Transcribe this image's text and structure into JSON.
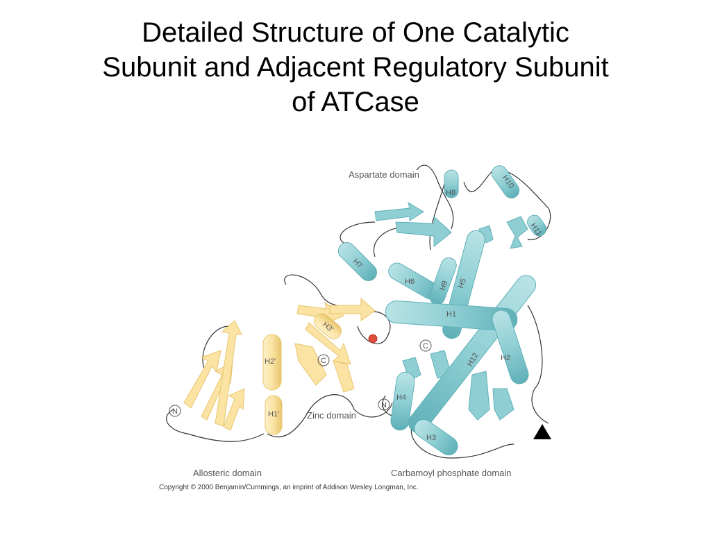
{
  "title": {
    "line1": "Detailed Structure of One Catalytic",
    "line2": "Subunit and Adjacent Regulatory Subunit",
    "line3": "of ATCase"
  },
  "figure": {
    "domain_labels": {
      "aspartate": "Aspartate domain",
      "zinc": "Zinc domain",
      "allosteric": "Allosteric domain",
      "carbamoyl": "Carbamoyl phosphate domain"
    },
    "helices": {
      "h1": "H1",
      "h2": "H2",
      "h3": "H3",
      "h4": "H4",
      "h5": "H5",
      "h6": "H6",
      "h7": "H7",
      "h8": "H8",
      "h9": "H9",
      "h10": "H10",
      "h11": "H11",
      "h12": "H12",
      "h1p": "H1'",
      "h2p": "H2'",
      "h3p": "H3'"
    },
    "termini": {
      "n": "N",
      "c": "C"
    },
    "copyright": "Copyright © 2000 Benjamin/Cummings, an imprint of Addison Wesley Longman, Inc.",
    "colors": {
      "catalytic": "#8fcfd4",
      "catalytic_dark": "#5fb0b8",
      "regulatory": "#fbe3a3",
      "regulatory_dark": "#e8c56e",
      "zinc": "#e04a3a"
    }
  }
}
